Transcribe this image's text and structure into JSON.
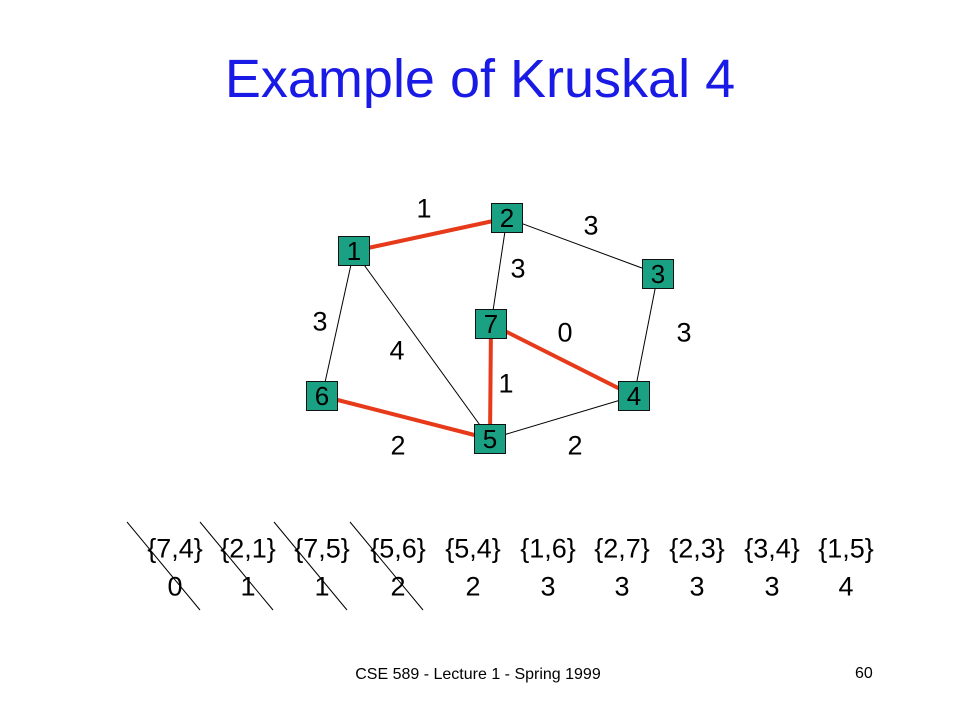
{
  "title": "Example of Kruskal 4",
  "colors": {
    "title": "#1a1ae6",
    "node_fill": "#1aa083",
    "selected_edge": "#e63a1a",
    "edge": "#000000"
  },
  "graph": {
    "nodes": [
      {
        "id": "1",
        "label": "1"
      },
      {
        "id": "2",
        "label": "2"
      },
      {
        "id": "3",
        "label": "3"
      },
      {
        "id": "4",
        "label": "4"
      },
      {
        "id": "5",
        "label": "5"
      },
      {
        "id": "6",
        "label": "6"
      },
      {
        "id": "7",
        "label": "7"
      }
    ],
    "edges": [
      {
        "from": "1",
        "to": "2",
        "weight": "1",
        "selected": true
      },
      {
        "from": "2",
        "to": "3",
        "weight": "3",
        "selected": false
      },
      {
        "from": "2",
        "to": "7",
        "weight": "3",
        "selected": false
      },
      {
        "from": "1",
        "to": "6",
        "weight": "3",
        "selected": false
      },
      {
        "from": "1",
        "to": "5",
        "weight": "4",
        "selected": false
      },
      {
        "from": "7",
        "to": "4",
        "weight": "0",
        "selected": true
      },
      {
        "from": "3",
        "to": "4",
        "weight": "3",
        "selected": false
      },
      {
        "from": "7",
        "to": "5",
        "weight": "1",
        "selected": true
      },
      {
        "from": "6",
        "to": "5",
        "weight": "2",
        "selected": true
      },
      {
        "from": "5",
        "to": "4",
        "weight": "2",
        "selected": false
      }
    ]
  },
  "sorted_edges": [
    {
      "edge": "{7,4}",
      "weight": "0",
      "crossed": true
    },
    {
      "edge": "{2,1}",
      "weight": "1",
      "crossed": true
    },
    {
      "edge": "{7,5}",
      "weight": "1",
      "crossed": true
    },
    {
      "edge": "{5,6}",
      "weight": "2",
      "crossed": true
    },
    {
      "edge": "{5,4}",
      "weight": "2",
      "crossed": false
    },
    {
      "edge": "{1,6}",
      "weight": "3",
      "crossed": false
    },
    {
      "edge": "{2,7}",
      "weight": "3",
      "crossed": false
    },
    {
      "edge": "{2,3}",
      "weight": "3",
      "crossed": false
    },
    {
      "edge": "{3,4}",
      "weight": "3",
      "crossed": false
    },
    {
      "edge": "{1,5}",
      "weight": "4",
      "crossed": false
    }
  ],
  "footer": "CSE 589 - Lecture 1 - Spring 1999",
  "page_number": "60"
}
